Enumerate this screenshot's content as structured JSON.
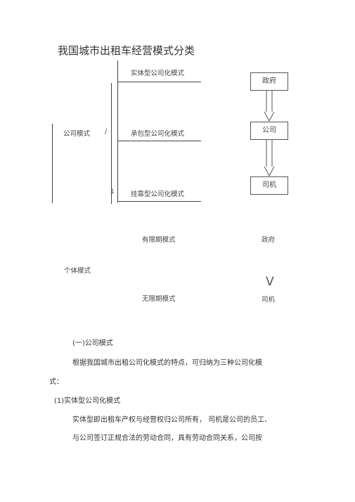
{
  "title": "我国城市出租车经营模式分类",
  "diagram": {
    "company_mode": "公司模式",
    "company_slash": "/",
    "branches": [
      "实体型公司化模式",
      "承包型公司化模式",
      "挂靠型公司化模式"
    ],
    "branch_marker": "1",
    "flow": [
      "政府",
      "公司",
      "司机"
    ],
    "individual_mode": "个体模式",
    "individual_branches": [
      "有限期模式",
      "无限期模式"
    ],
    "individual_flow_top": "政府",
    "individual_flow_symbol": "V",
    "individual_flow_bottom": "司机"
  },
  "section": {
    "heading": "(一)公司模式",
    "para1_line1": "根据我国城市出租公司化模式的特点，可归纳为三种公司化模",
    "para1_line2": "式：",
    "sub_heading": "(1)实体型公司化模式",
    "para2_line1": "实体型即出租车产权与经营权归公司所有，  司机是公司的员工、",
    "para2_line2": "与公司签订正规合法的劳动合同，具有劳动合同关系，公司按"
  }
}
